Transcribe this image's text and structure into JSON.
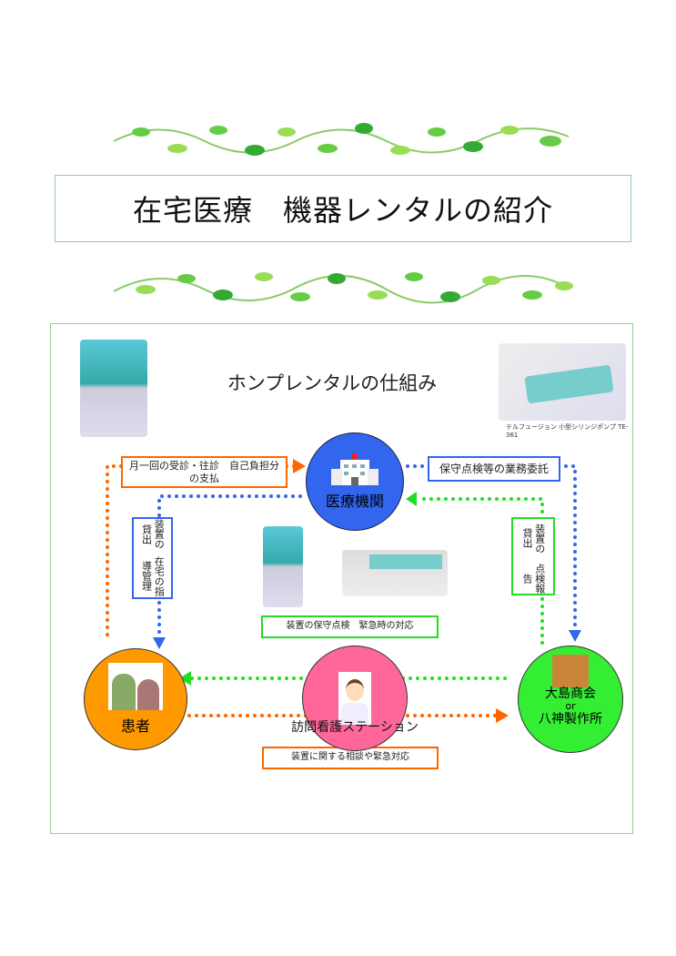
{
  "title": "在宅医療　機器レンタルの紹介",
  "diagram": {
    "heading": "ホンプレンタルの仕組み",
    "pump_caption": "テルフュージョン 小型シリンジポンプ TE-361",
    "nodes": {
      "hospital": "医療機関",
      "patient": "患者",
      "nurse_station": "訪問看護ステーション",
      "company_line1": "大島商会",
      "company_line2": "or",
      "company_line3": "八神製作所"
    },
    "labels": {
      "payment_line1": "月一回の受診・往診　自己負担分",
      "payment_line2": "の支払",
      "outsourcing": "保守点検等の業務委託",
      "left_vertical_col1": "装置の貸出",
      "left_vertical_col2": "在宅の指導管理",
      "right_vertical_col1": "装置の貸出",
      "right_vertical_col2": "点検報告",
      "maintenance": "装置の保守点検　緊急時の対応",
      "consultation": "装置に関する相談や緊急対応"
    },
    "colors": {
      "hospital": "#3366ee",
      "patient": "#ff9900",
      "nurse": "#ff6699",
      "company": "#33ee33",
      "orange_line": "#ff6600",
      "blue_line": "#3366ee",
      "green_line": "#22dd22"
    }
  }
}
